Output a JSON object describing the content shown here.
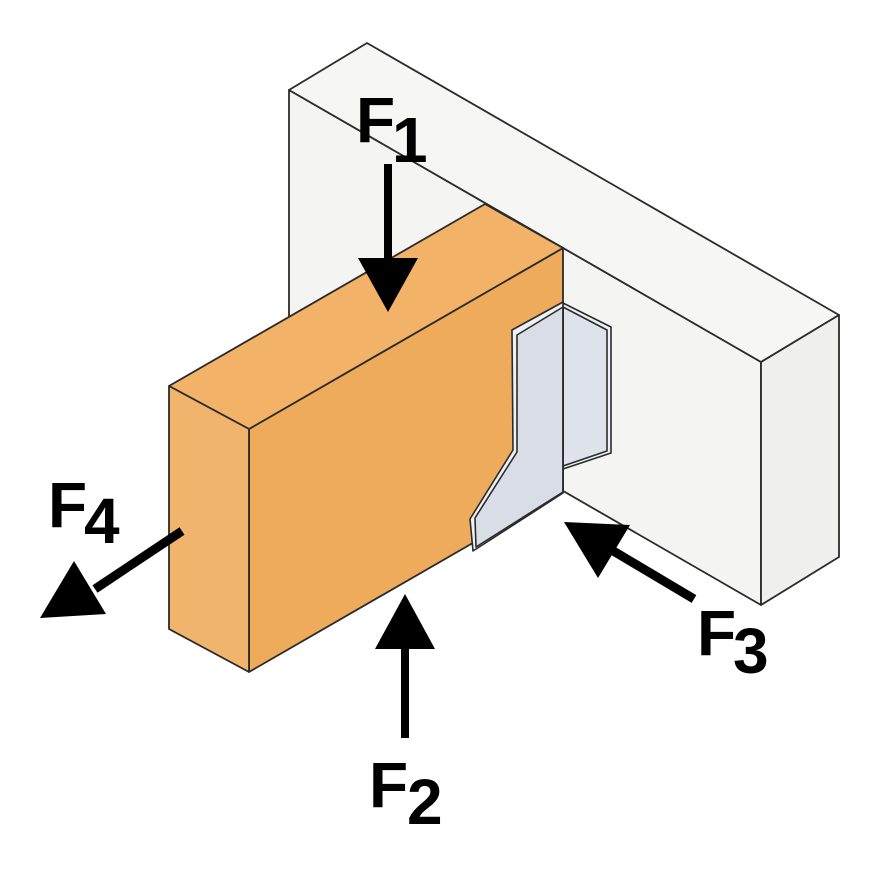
{
  "figure": {
    "labels": {
      "f1": {
        "base": "F",
        "sub": "1"
      },
      "f2": {
        "base": "F",
        "sub": "2"
      },
      "f3": {
        "base": "F",
        "sub": "3"
      },
      "f4": {
        "base": "F",
        "sub": "4"
      }
    },
    "colors": {
      "background": "#FFFFFF",
      "outline": "#2B2B2B",
      "beam_top": "#F6F6F5",
      "beam_front": "#F4F4F3",
      "beam_end": "#EFEFEE",
      "joist_top": "#F2B267",
      "joist_front": "#EFAB5C",
      "joist_end": "#F1B46C",
      "hanger_side": "#D8DDE6",
      "hanger_flange": "#DEE2EA",
      "hanger_edge": "#EEF1F5",
      "arrow": "#000000"
    }
  }
}
